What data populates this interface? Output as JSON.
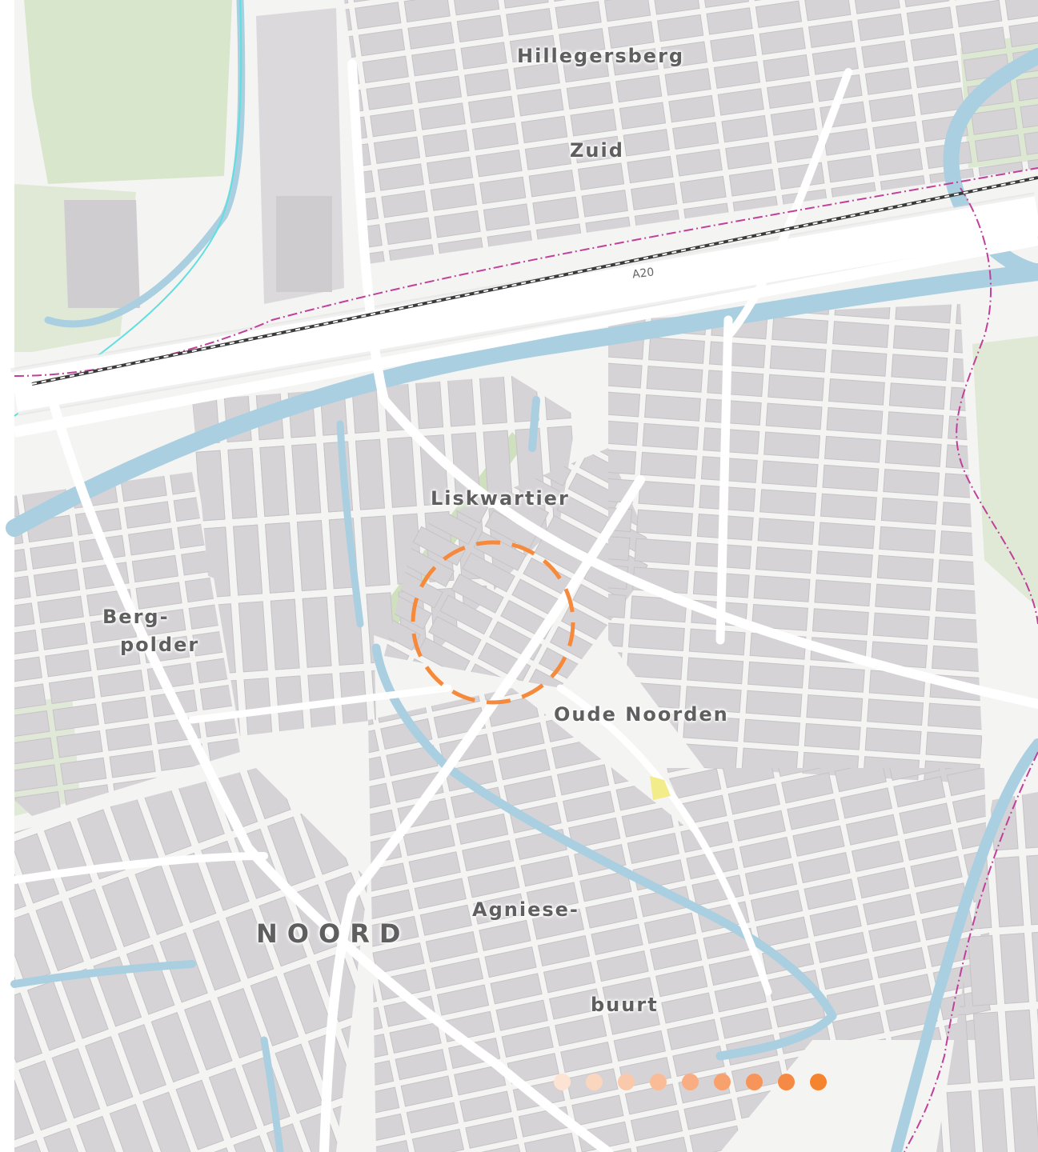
{
  "map": {
    "labels": {
      "hillegersberg": "Hillegersberg",
      "zuid": "Zuid",
      "liskwartier": "Liskwartier",
      "berg_line1": "Berg-",
      "berg_line2": "polder",
      "oude_noorden": "Oude Noorden",
      "agniese_line1": "Agniese-",
      "agniese_line2": "buurt",
      "noord": "NOORD"
    },
    "road_label": "A20",
    "colors": {
      "land": "#f4f4f2",
      "block": "#d6d3d7",
      "block_outline": "#c4c1c5",
      "road": "#ffffff",
      "water": "#aacfe0",
      "park": "#d8e6cc",
      "boundary": "#c0409a",
      "rail": "#3a3a3a",
      "highlight_circle": "#f58a3c"
    },
    "progress_dots": {
      "count": 9,
      "colors": [
        "#fce3d3",
        "#fbd6bf",
        "#fac9ab",
        "#f9bc96",
        "#f8ae82",
        "#f7a16d",
        "#f69459",
        "#f58a45",
        "#f5842f"
      ]
    }
  }
}
